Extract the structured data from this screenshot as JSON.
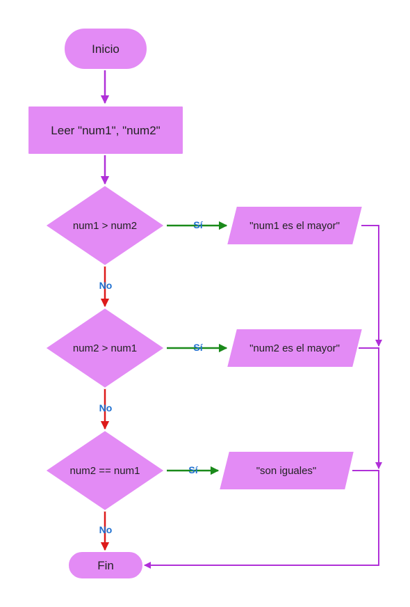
{
  "nodes": {
    "start": "Inicio",
    "input": "Leer \"num1\", \"num2\"",
    "decision1": "num1 > num2",
    "decision2": "num2 > num1",
    "decision3": "num2 == num1",
    "output1": "\"num1 es el mayor\"",
    "output2": "\"num2 es el mayor\"",
    "output3": "\"son iguales\"",
    "end": "Fin"
  },
  "labels": {
    "yes1": "Sí",
    "yes2": "Sí",
    "yes3": "Sí",
    "no1": "No",
    "no2": "No",
    "no3": "No"
  },
  "colors": {
    "node_fill": "#e38bf5",
    "node_stroke": "#ffffff",
    "flow_arrow": "#b030d8",
    "yes_arrow": "#1a8a1a",
    "no_arrow": "#dd1a1a",
    "label_text": "#1e6fd0"
  }
}
